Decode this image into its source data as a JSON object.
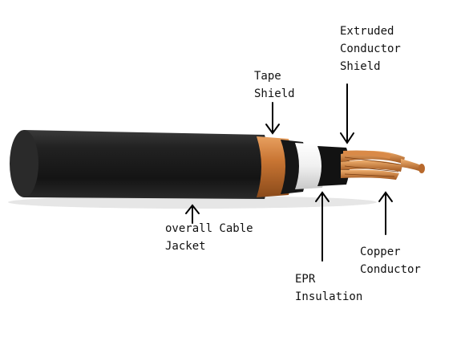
{
  "labels": {
    "extruded_conductor_shield": [
      "Extruded",
      "Conductor",
      "Shield"
    ],
    "tape_shield": [
      "Tape",
      "Shield"
    ],
    "overall_cable_jacket": [
      "overall Cable",
      "Jacket"
    ],
    "epr_insulation": [
      "EPR",
      "Insulation"
    ],
    "copper_conductor": [
      "Copper",
      "Conductor"
    ]
  },
  "colors": {
    "jacket": "#1c1c1c",
    "copper": "#c87533",
    "insulation": "#f2f2f2",
    "semicon": "#151515",
    "arrow": "#000000"
  }
}
